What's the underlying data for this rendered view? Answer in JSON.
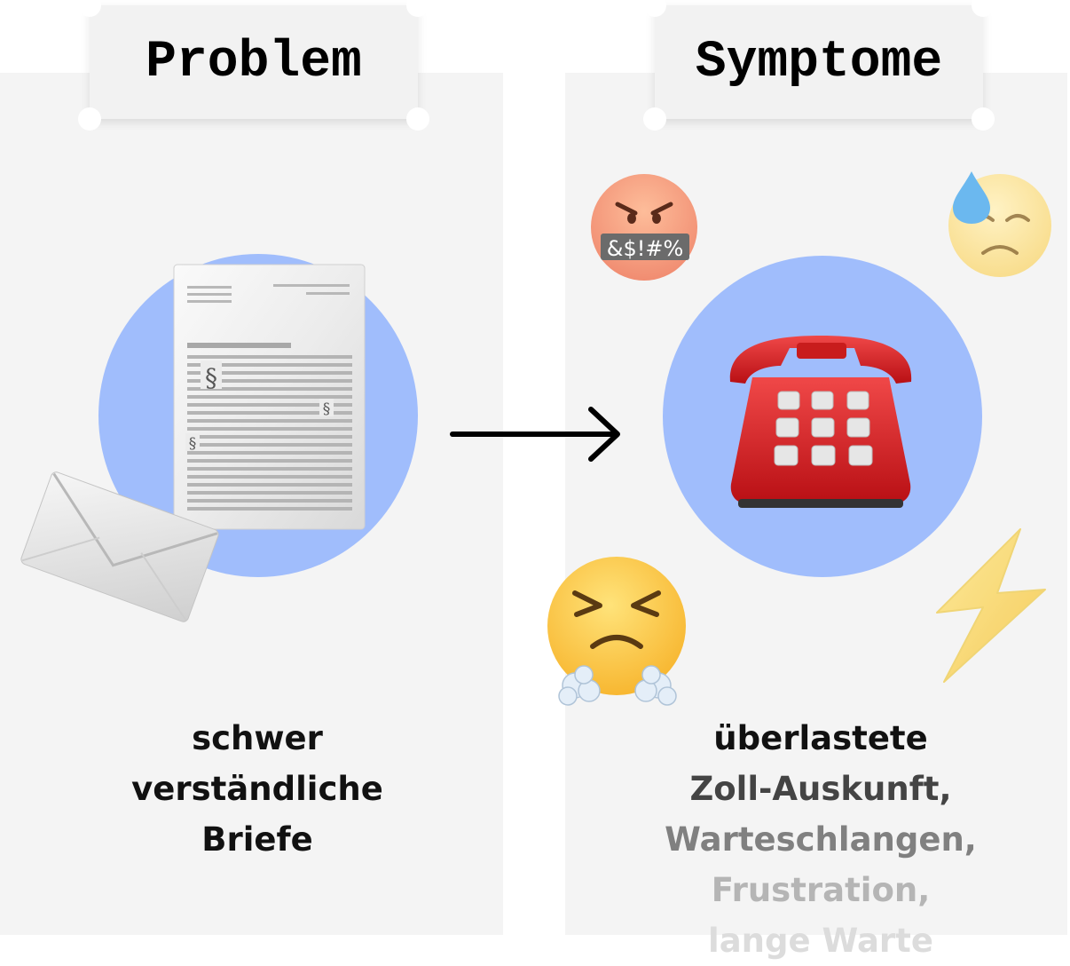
{
  "left": {
    "title": "Problem",
    "caption": [
      "schwer",
      "verständliche",
      "Briefe"
    ],
    "icons": [
      "document-icon",
      "envelope-icon"
    ]
  },
  "right": {
    "title": "Symptome",
    "caption": [
      "überlastete",
      "Zoll-Auskunft,",
      "Warteschlangen,",
      "Frustration,",
      "lange Warte"
    ],
    "icons": [
      "telephone-icon",
      "cursing-face-icon",
      "sweat-face-icon",
      "steam-face-icon",
      "lightning-icon"
    ],
    "cursing_symbols": "&$!#%"
  },
  "colors": {
    "panel": "#f4f4f4",
    "circle": "#a0bdfc",
    "phone": "#d42020"
  }
}
